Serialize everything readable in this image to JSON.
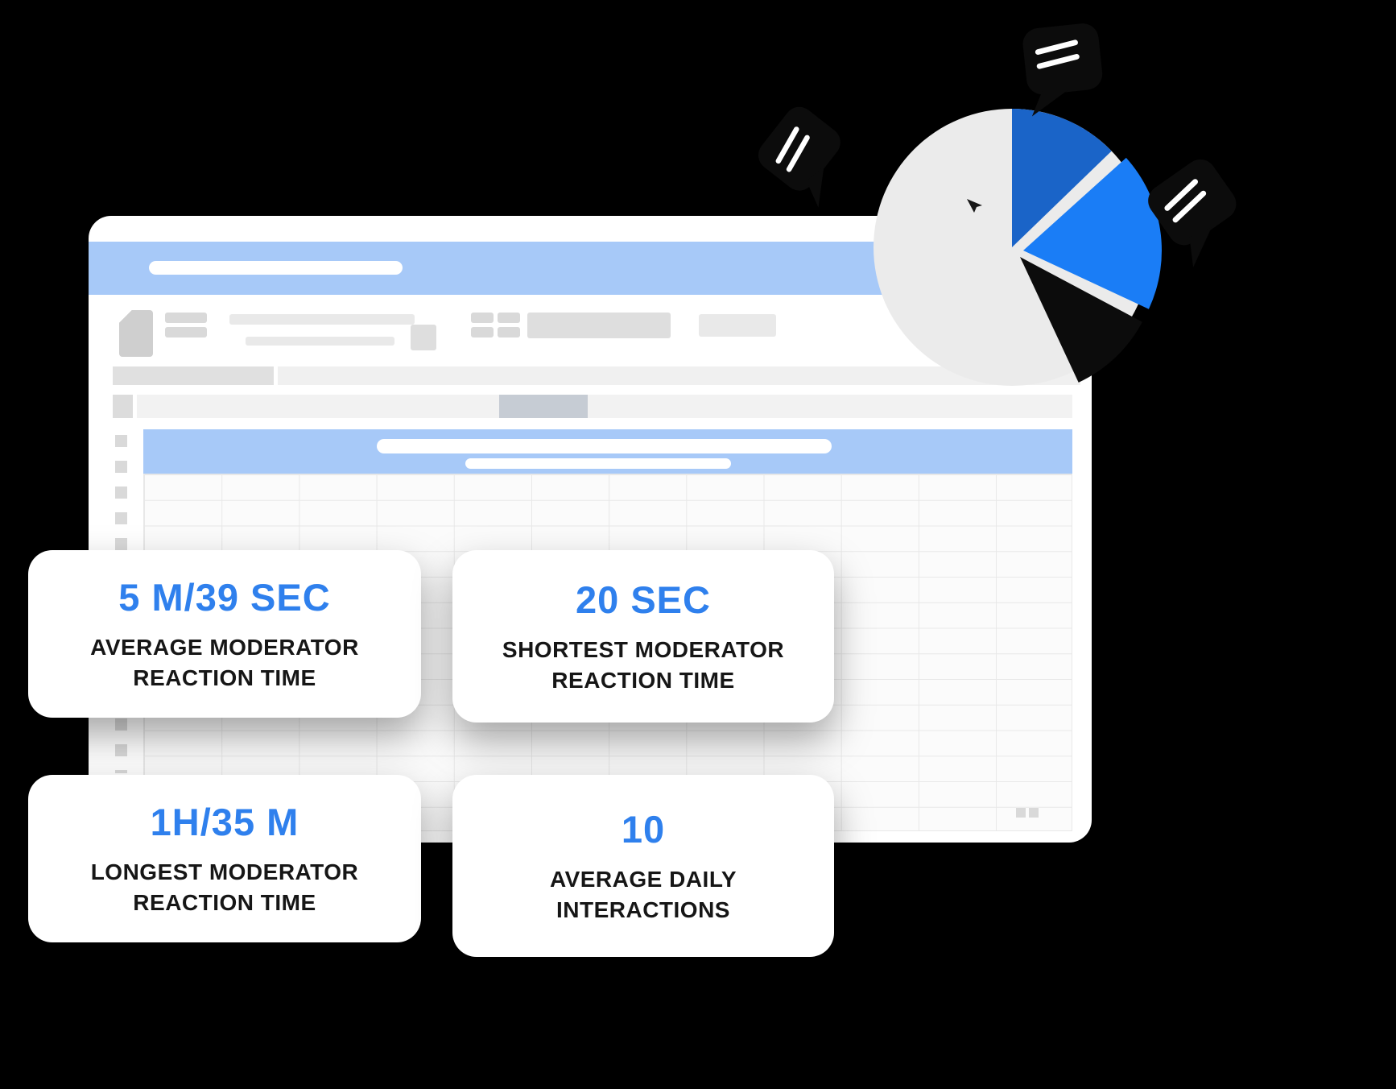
{
  "background": "#000000",
  "colors": {
    "accent_blue": "#2f80ed",
    "header_blue": "#a7c9f8",
    "pie_gray": "#ebebeb",
    "pie_dark_blue": "#1a64c8",
    "pie_bright_blue": "#1a7df6",
    "pie_black": "#0c0c0c",
    "bubble_black": "#0c0c0c"
  },
  "stat_cards": [
    {
      "value": "5 M/39 SEC",
      "label": "AVERAGE MODERATOR\nREACTION TIME"
    },
    {
      "value": "20 SEC",
      "label": "SHORTEST MODERATOR\nREACTION TIME"
    },
    {
      "value": "1H/35 M",
      "label": "LONGEST MODERATOR\nREACTION TIME"
    },
    {
      "value": "10",
      "label": "AVERAGE DAILY\nINTERACTIONS"
    }
  ],
  "chart_data": {
    "type": "pie",
    "title": "",
    "legend_position": "none",
    "segments": [
      {
        "label": "gray-remainder",
        "value": 57,
        "color": "#ebebeb"
      },
      {
        "label": "dark-blue",
        "value": 13,
        "color": "#1a64c8"
      },
      {
        "label": "bright-blue",
        "value": 19,
        "color": "#1a7df6"
      },
      {
        "label": "black",
        "value": 11,
        "color": "#0c0c0c"
      }
    ]
  }
}
